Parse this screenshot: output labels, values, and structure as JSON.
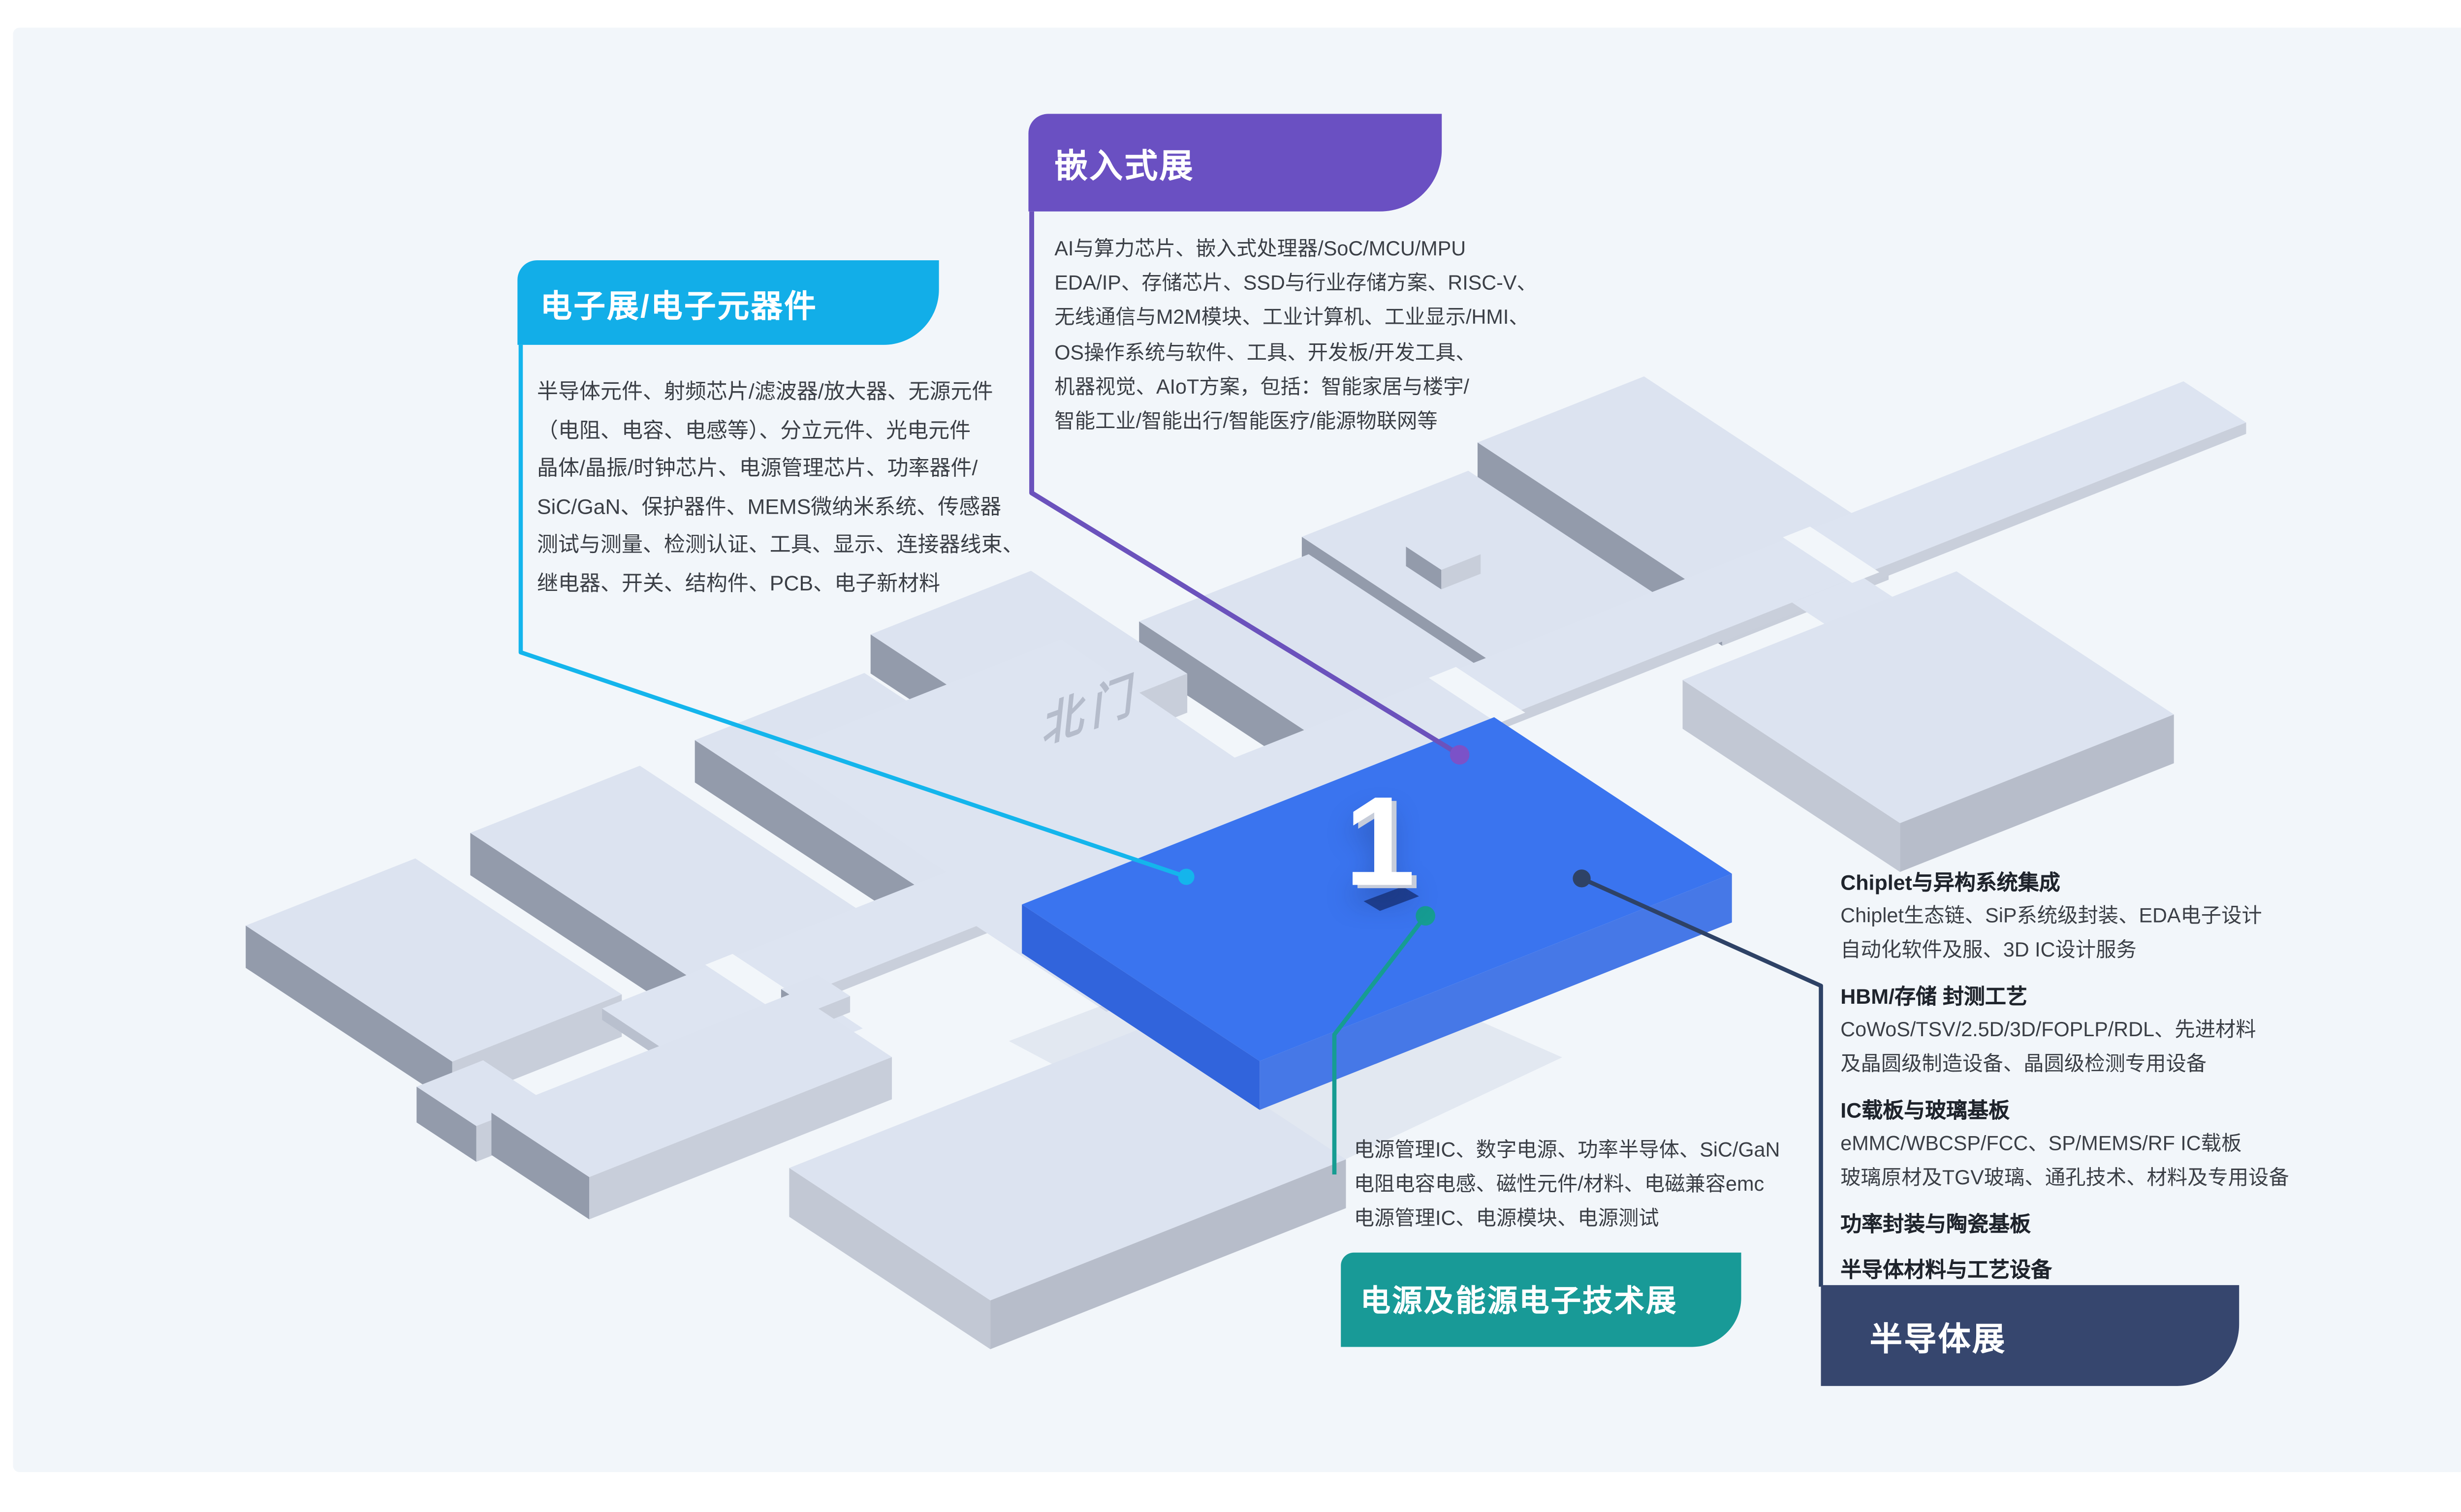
{
  "page": {
    "background": "#FFFFFF",
    "panel_background": "#F2F6FA"
  },
  "map": {
    "hall_number": "1",
    "north_gate_label": "北门",
    "hall_top_color": "#3A74EF",
    "hall_side_sw_color": "#3164DC",
    "hall_side_se_color": "#4678E7",
    "slab_top_color": "#DCE3F0",
    "slab_side_dark_color": "#939BAB",
    "slab_side_light_color": "#C8CEDA",
    "walkway_color": "#DDE4F1"
  },
  "legends": {
    "embedded": {
      "title": "嵌入式展",
      "color": "#6A50C2",
      "line_color": "#6B52BC",
      "lines": [
        "AI与算力芯片、嵌入式处理器/SoC/MCU/MPU",
        "EDA/IP、存储芯片、SSD与行业存储方案、RISC-V、",
        "无线通信与M2M模块、工业计算机、工业显示/HMI、",
        "OS操作系统与软件、工具、开发板/开发工具、",
        "机器视觉、AIoT方案，包括：智能家居与楼宇/",
        "智能工业/智能出行/智能医疗/能源物联网等"
      ]
    },
    "electronics": {
      "title": "电子展/电子元器件",
      "color": "#12AEE8",
      "line_color": "#14B5EC",
      "lines": [
        "半导体元件、射频芯片/滤波器/放大器、无源元件",
        "（电阻、电容、电感等）、分立元件、光电元件",
        "晶体/晶振/时钟芯片、电源管理芯片、功率器件/",
        "SiC/GaN、保护器件、MEMS微纳米系统、传感器",
        "测试与测量、检测认证、工具、显示、连接器线束、",
        "继电器、开关、结构件、PCB、电子新材料"
      ]
    },
    "power": {
      "title": "电源及能源电子技术展",
      "color": "#189A97",
      "line_color": "#169C92",
      "lines": [
        "电源管理IC、数字电源、功率半导体、SiC/GaN",
        "电阻电容电感、磁性元件/材料、电磁兼容emc",
        "电源管理IC、电源模块、电源测试"
      ]
    },
    "semiconductor": {
      "title": "半导体展",
      "color": "#36466E",
      "line_color": "#2E4266",
      "groups": [
        {
          "title": "Chiplet与异构系统集成",
          "lines": [
            "Chiplet生态链、SiP系统级封装、EDA电子设计",
            "自动化软件及服、3D IC设计服务"
          ]
        },
        {
          "title": "HBM/存储 封测工艺",
          "lines": [
            "CoWoS/TSV/2.5D/3D/FOPLP/RDL、先进材料",
            "及晶圆级制造设备、晶圆级检测专用设备"
          ]
        },
        {
          "title": "IC载板与玻璃基板",
          "lines": [
            "eMMC/WBCSP/FCC、SP/MEMS/RF IC载板",
            "玻璃原材及TGV玻璃、通孔技术、材料及专用设备"
          ]
        },
        {
          "title": "功率封装与陶瓷基板",
          "lines": []
        },
        {
          "title": "半导体材料与工艺设备",
          "lines": []
        }
      ]
    }
  }
}
